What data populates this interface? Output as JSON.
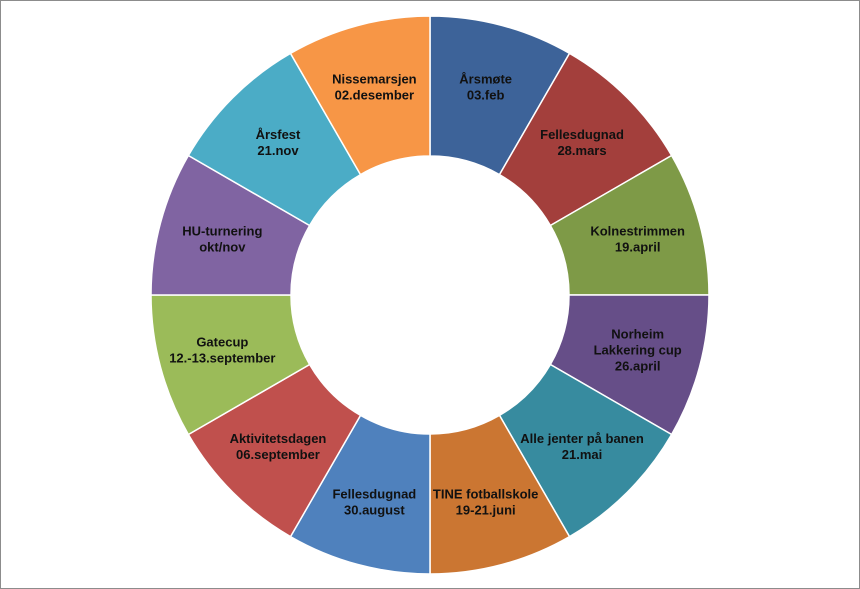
{
  "chart_data": {
    "type": "pie",
    "variant": "donut",
    "categories": [
      "Årsmøte 03.feb",
      "Fellesdugnad 28.mars",
      "Kolnestrimmen 19.april",
      "Norheim Lakkering cup 26.april",
      "Alle jenter på banen 21.mai",
      "TINE fotballskole 19-21.juni",
      "Fellesdugnad 30.august",
      "Aktivitetsdagen 06.september",
      "Gatecup 12.-13.september",
      "HU-turnering okt/nov",
      "Årsfest 21.nov",
      "Nissemarsjen 02.desember"
    ],
    "values": [
      1,
      1,
      1,
      1,
      1,
      1,
      1,
      1,
      1,
      1,
      1,
      1
    ],
    "slices": [
      {
        "lines": [
          "Årsmøte",
          "03.feb"
        ],
        "color": "#3D6399"
      },
      {
        "lines": [
          "Fellesdugnad",
          "28.mars"
        ],
        "color": "#A33F3C"
      },
      {
        "lines": [
          "Kolnestrimmen",
          "19.april"
        ],
        "color": "#7E9A47"
      },
      {
        "lines": [
          "Norheim",
          "Lakkering cup",
          "26.april"
        ],
        "color": "#664E88"
      },
      {
        "lines": [
          "Alle jenter på banen",
          "21.mai"
        ],
        "color": "#378B9F"
      },
      {
        "lines": [
          "TINE fotballskole",
          "19-21.juni"
        ],
        "color": "#CB7632"
      },
      {
        "lines": [
          "Fellesdugnad",
          "30.august"
        ],
        "color": "#4F81BD"
      },
      {
        "lines": [
          "Aktivitetsdagen",
          "06.september"
        ],
        "color": "#C0504D"
      },
      {
        "lines": [
          "Gatecup",
          "12.-13.september"
        ],
        "color": "#9BBB59"
      },
      {
        "lines": [
          "HU-turnering",
          "okt/nov"
        ],
        "color": "#8064A2"
      },
      {
        "lines": [
          "Årsfest",
          "21.nov"
        ],
        "color": "#4BACC6"
      },
      {
        "lines": [
          "Nissemarsjen",
          "02.desember"
        ],
        "color": "#F79646"
      }
    ],
    "legend": "none"
  }
}
